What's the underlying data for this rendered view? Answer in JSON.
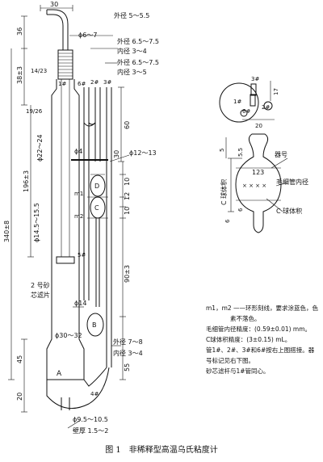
{
  "caption": "图 1　非稀释型高温乌氏粘度计",
  "dims": {
    "top_width": "30",
    "d_6_7": "ϕ6～7",
    "od_5_55": "外径 5～5.5",
    "od_65_75_a": "外径 6.5～7.5",
    "id_3_4_a": "内径 3～4",
    "od_65_75_b": "外径 6.5～7.5",
    "id_3_5": "内径 3～5",
    "h36": "36",
    "h38": "38±3",
    "h14_23": "14/23",
    "h19_26": "19/26",
    "h196": "196±3",
    "d22_24": "ϕ22～24",
    "h340": "340±8",
    "d145_155": "ϕ14.5～15.5",
    "h60": "60",
    "d4": "ϕ4",
    "h30": "30",
    "d12_13": "ϕ12～13",
    "h10": "10",
    "h12": "12",
    "h10b": "10",
    "h90": "90±3",
    "d14": "ϕ14",
    "d30_32": "ϕ30～32",
    "od_7_8": "外径 7～8",
    "id_3_4_b": "内径 3～4",
    "h45": "45",
    "h20": "20",
    "h55": "55",
    "d95_105": "ϕ9.5～10.5",
    "wall": "壁厚 1.5～2",
    "sand_filter": "2 号砂\n芯滤片",
    "mark_1": "1#",
    "mark_6": "6#",
    "mark_2": "2#",
    "mark_3": "3#",
    "mark_4": "4#",
    "mark_5": "5#",
    "lbl_D": "D",
    "lbl_C": "C",
    "lbl_B": "B",
    "lbl_A": "A",
    "lbl_m1": "m1",
    "lbl_m2": "m2"
  },
  "detail": {
    "mark_3": "3#",
    "mark_1": "1#",
    "mark_6": "6#",
    "mark_2": "2#",
    "h17": "17",
    "w20": "20",
    "h5": "5",
    "h55": "5.5",
    "h6a": "6",
    "h6b": "6",
    "device_no": "器号",
    "num_123": "123",
    "cap_id": "毛细管内径",
    "c_volume": "C 球体积",
    "c_ball": "C 球体积"
  },
  "notes": [
    "m1，m2 ——环形刻线，要求涂蓝色，色",
    "素不落色。",
    "毛细管内径精度：(0.59±0.01) mm。",
    "C球体积精度：(3±0.15) mL。",
    "管1#、2#、3#和6#按右上图搭接。器",
    "号标记见右下图。",
    "砂芯滤杆与1#管同心。"
  ]
}
